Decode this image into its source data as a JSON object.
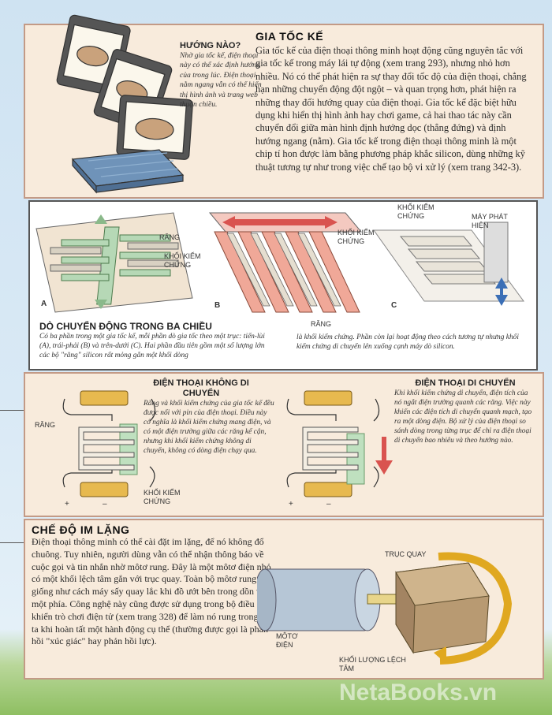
{
  "accelerometer": {
    "title": "GIA TỐC KẾ",
    "text": "Gia tốc kế của điện thoại thông minh hoạt động cũng nguyên tắc với gia tốc kế trong máy lái tự động (xem trang 293), nhưng nhỏ hơn nhiều. Nó có thể phát hiện ra sự thay đổi tốc độ của điện thoại, chẳng hạn những chuyển động đột ngột – và quan trọng hơn, phát hiện ra những thay đổi hướng quay của điện thoại. Gia tốc kế đặc biệt hữu dụng khi hiển thị hình ảnh hay chơi game, cả hai thao tác này cần chuyển đổi giữa màn hình định hướng dọc (thẳng đứng) và định hướng ngang (nằm). Gia tốc kế trong điện thoại thông minh là một chip tí hon được làm bằng phương pháp khắc silicon, dùng những kỹ thuật tương tự như trong việc chế tạo bộ vi xử lý (xem trang 342-3).",
    "side_title": "HƯỚNG NÀO?",
    "side_text": "Nhờ gia tốc kế, điện thoại này có thể xác định hướng của trong lúc. Điện thoại nằm ngang vẫn có thể hiển thị hình ảnh và trang web thuận chiều."
  },
  "three_axes": {
    "title": "DÒ CHUYỂN ĐỘNG TRONG BA CHIỀU",
    "text_left": "Có ba phần trong một gia tốc kế, mỗi phần dò gia tốc theo một trục: tiến-lùi (A), trái-phải (B) và trên-dưới (C). Hai phần đầu tiên gồm một số lượng lớn các bộ \"răng\" silicon rất mỏng gắn một khối dòng",
    "text_right": "là khối kiểm chứng. Phần còn lại hoạt động theo cách tương tự nhưng khối kiểm chứng di chuyển lên xuống cạnh máy dò silicon.",
    "labels": {
      "teeth": "RĂNG",
      "proof_mass": "KHỐI KIỂM CHỨNG",
      "proof_mass_b": "KHỐI KIỂM CHỨNG",
      "teeth_b": "RĂNG",
      "proof_mass_c": "KHỐI KIỂM CHỨNG",
      "detector": "MÁY PHÁT HIỆN",
      "a": "A",
      "b": "B",
      "c": "C"
    }
  },
  "still_phone": {
    "title": "ĐIỆN THOẠI KHÔNG DI CHUYỂN",
    "text": "Răng và khối kiểm chứng của gia tốc kế đều được nối với pin của điện thoại. Điều này có nghĩa là khối kiểm chứng mang điện, và có một điện trường giữa các răng kế cận, nhưng khi khối kiểm chứng không di chuyển, không có dòng điện chạy qua.",
    "label_teeth": "RĂNG",
    "label_mass": "KHỐI KIỂM CHỨNG"
  },
  "moving_phone": {
    "title": "ĐIỆN THOẠI DI CHUYỂN",
    "text": "Khi khối kiểm chứng di chuyển, điện tích của nó ngắt điện trường quanh các răng. Việc này khiến các điện tích di chuyển quanh mạch, tạo ra một dòng điện. Bộ xử lý của điện thoại so sánh dòng trong từng trục để chỉ ra điện thoại di chuyển bao nhiêu và theo hướng nào."
  },
  "silent_mode": {
    "title": "CHẾ ĐỘ IM LẶNG",
    "text": "Điện thoại thông minh có thể cài đặt im lặng, để nó không đổ chuông. Tuy nhiên, người dùng vẫn có thể nhận thông báo về cuộc gọi và tin nhắn nhờ môtơ rung. Đây là một môtơ điện nhỏ có một khối lệch tâm gắn với trục quay. Toàn bộ môtơ rung giống như cách máy sấy quay lắc khi đồ ướt bên trong dồn về một phía. Công nghệ này cũng được sử dụng trong bộ điều khiển trò chơi điện tử (xem trang 328) để làm nó rung trong tay ta khi hoàn tất một hành động cụ thể (thường được gọi là phản hồi \"xúc giác\" hay phản hồi lực).",
    "label_shaft": "TRỤC QUAY",
    "label_motor": "MÔTƠ ĐIỆN",
    "label_weight": "KHỐI LƯỢNG LỆCH TÂM"
  },
  "watermark": "NetaBooks.vn"
}
